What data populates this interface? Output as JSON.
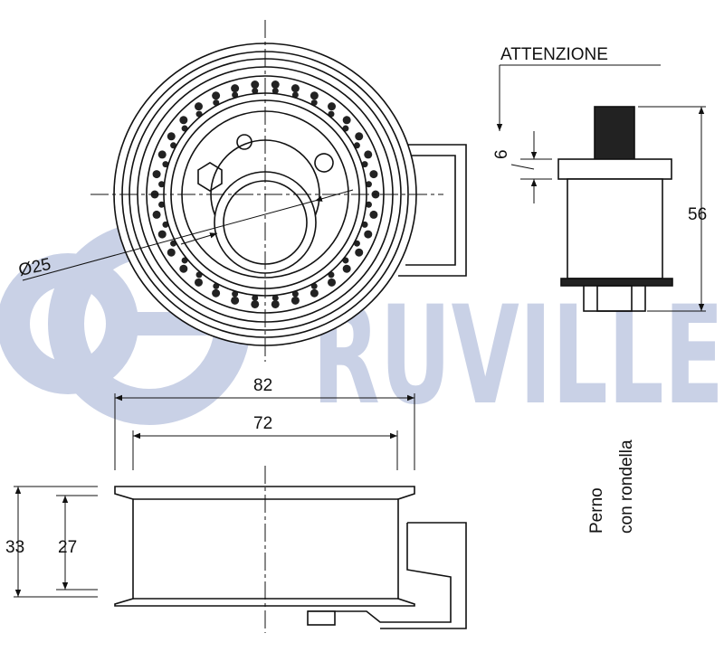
{
  "brand": {
    "name": "RUVILLE",
    "watermark_color": "#c9d1e6"
  },
  "colors": {
    "line": "#111111",
    "dots": "#222222"
  },
  "front_view": {
    "bore_diameter": "Ø25"
  },
  "side_view": {
    "outer_width": "82",
    "inner_width": "72",
    "outer_height": "33",
    "inner_height": "27"
  },
  "pin_detail": {
    "warning": "ATTENZIONE",
    "pin_offset": "6",
    "height": "56",
    "note_line1": "Perno",
    "note_line2": "con rondella"
  }
}
